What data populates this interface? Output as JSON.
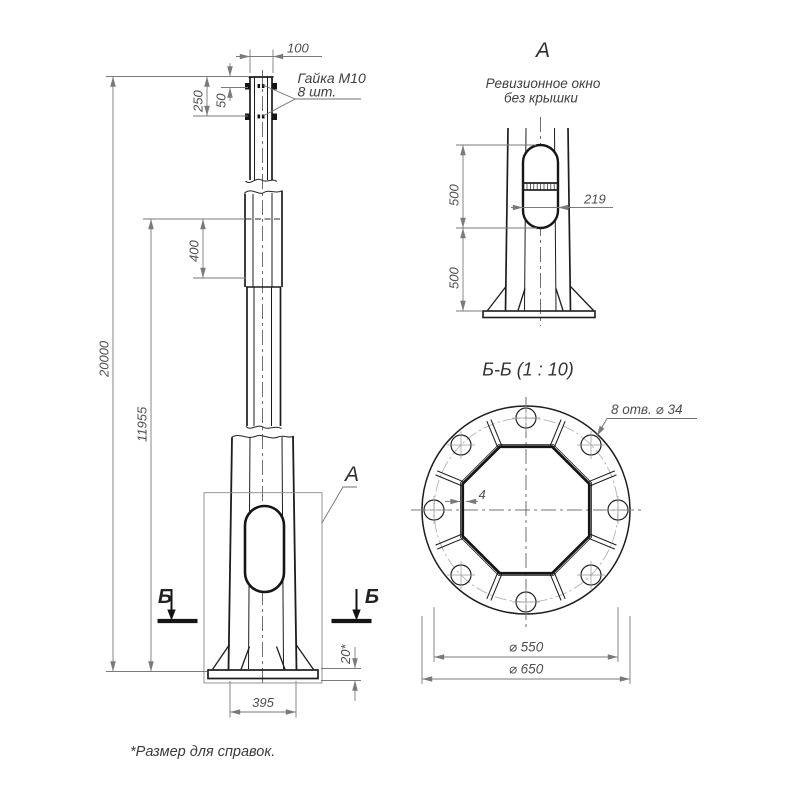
{
  "main_view": {
    "dimensions": {
      "top_width": "100",
      "top_offset_outer": "250",
      "top_offset_inner": "50",
      "overlap": "400",
      "height_to_joint": "11955",
      "total_height": "20000",
      "base_width": "395",
      "plate_thickness": "20*"
    },
    "labels": {
      "nut_line1": "Гайка М10",
      "nut_line2": "8 шт.",
      "view_marker": "А",
      "section_marker_left": "Б",
      "section_marker_right": "Б"
    }
  },
  "view_a": {
    "title": "А",
    "subtitle_line1": "Ревизионное окно",
    "subtitle_line2": "без крышки",
    "dimensions": {
      "window_top_offset": "500",
      "window_bottom_offset": "500",
      "window_width": "219"
    }
  },
  "section_bb": {
    "title": "Б-Б (1 : 10)",
    "holes_label": "8 отв. ⌀ 34",
    "dimensions": {
      "wall_thickness": "4",
      "bolt_circle": "⌀ 550",
      "flange_diameter": "⌀ 650"
    }
  },
  "footnote": "*Размер для справок.",
  "colors": {
    "line": "#1d1d1d",
    "dimension": "#7a7a7a",
    "text": "#4f4f4f",
    "background": "#ffffff"
  }
}
